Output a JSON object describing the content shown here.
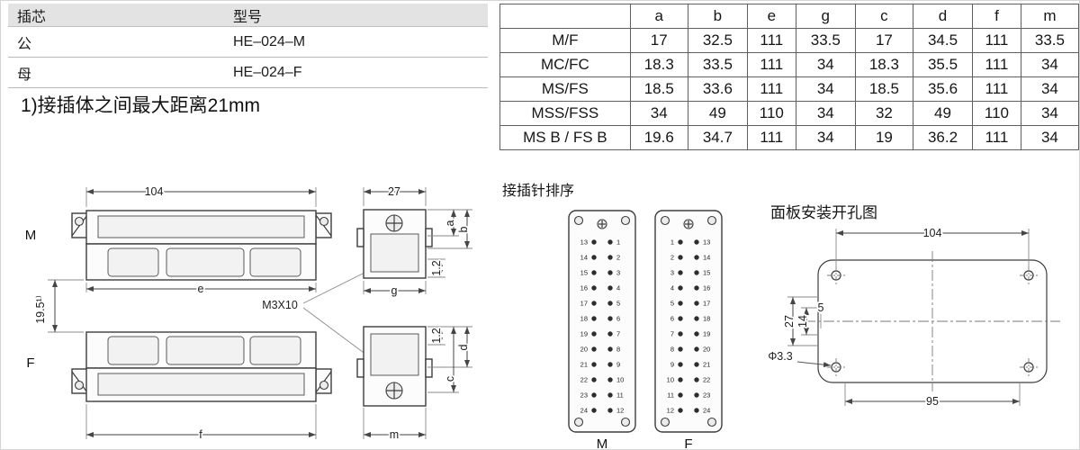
{
  "model_table": {
    "col1_header": "插芯",
    "col2_header": "型号",
    "rows": [
      {
        "type": "公",
        "model": "HE–024–M"
      },
      {
        "type": "母",
        "model": "HE–024–F"
      }
    ]
  },
  "note": "1)接插体之间最大距离21mm",
  "dim_table": {
    "columns": [
      "a",
      "b",
      "e",
      "g",
      "c",
      "d",
      "f",
      "m"
    ],
    "rows": [
      {
        "name": "M/F",
        "values": [
          "17",
          "32.5",
          "111",
          "33.5",
          "17",
          "34.5",
          "111",
          "33.5"
        ]
      },
      {
        "name": "MC/FC",
        "values": [
          "18.3",
          "33.5",
          "111",
          "34",
          "18.3",
          "35.5",
          "111",
          "34"
        ]
      },
      {
        "name": "MS/FS",
        "values": [
          "18.5",
          "33.6",
          "111",
          "34",
          "18.5",
          "35.6",
          "111",
          "34"
        ]
      },
      {
        "name": "MSS/FSS",
        "values": [
          "34",
          "49",
          "110",
          "34",
          "32",
          "49",
          "110",
          "34"
        ]
      },
      {
        "name": "MS B / FS B",
        "values": [
          "19.6",
          "34.7",
          "111",
          "34",
          "19",
          "36.2",
          "111",
          "34"
        ]
      }
    ]
  },
  "pin_section_title": "接插针排序",
  "panel_section_title": "面板安装开孔图",
  "drawing": {
    "m_label": "M",
    "f_label": "F",
    "dim104": "104",
    "dim27": "27",
    "dim195": "19.5¹⁾",
    "dim12": "1.2",
    "m3x10": "M3X10",
    "a": "a",
    "b": "b",
    "c": "c",
    "d": "d",
    "e": "e",
    "f": "f",
    "g": "g",
    "m": "m"
  },
  "pins": {
    "m_label": "M",
    "f_label": "F",
    "m_left": [
      13,
      14,
      15,
      16,
      17,
      18,
      19,
      20,
      21,
      22,
      23,
      24
    ],
    "m_right": [
      1,
      2,
      3,
      4,
      5,
      6,
      7,
      8,
      9,
      10,
      11,
      12
    ],
    "f_left": [
      1,
      2,
      3,
      4,
      5,
      6,
      7,
      8,
      9,
      10,
      11,
      12
    ],
    "f_right": [
      13,
      14,
      15,
      16,
      17,
      18,
      19,
      20,
      21,
      22,
      23,
      24
    ]
  },
  "panel": {
    "dim104": "104",
    "dim95": "95",
    "dim27": "27",
    "dim14": "14",
    "dim5": "5",
    "dia": "Φ3.3"
  },
  "colors": {
    "line": "#3d3d3d",
    "table_border": "#5f5f5f",
    "header_bg": "#e3e3e3"
  }
}
